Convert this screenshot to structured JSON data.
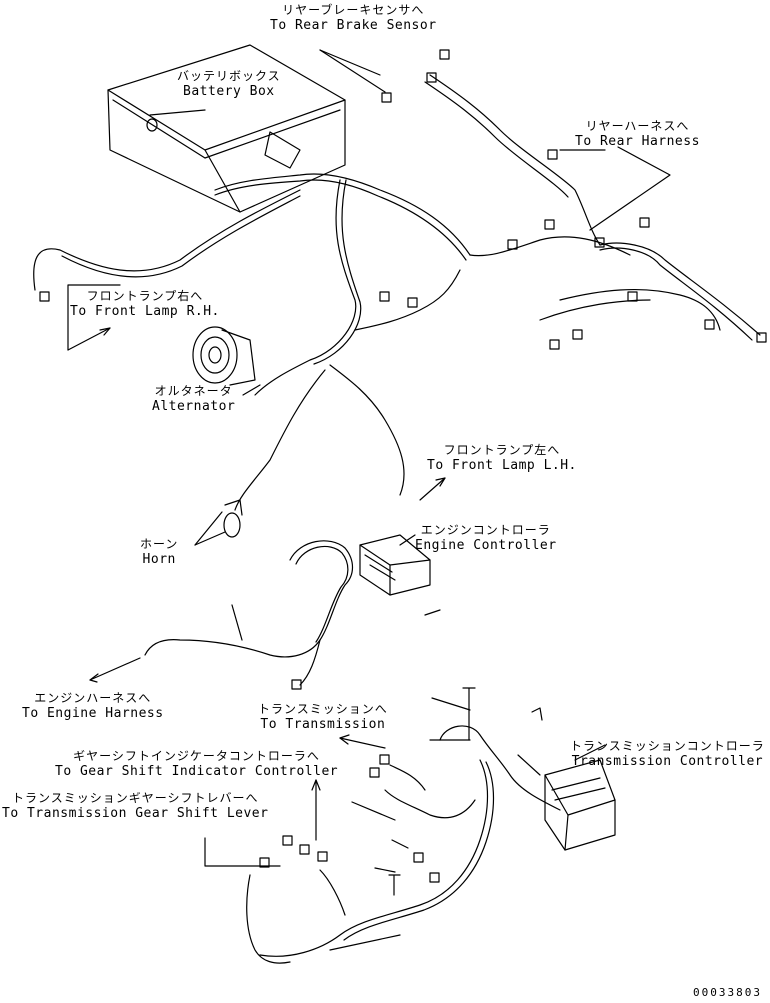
{
  "labels": {
    "rear_brake_sensor": {
      "jp": "リヤーブレーキセンサへ",
      "en": "To Rear Brake Sensor"
    },
    "battery_box": {
      "jp": "バッテリボックス",
      "en": "Battery Box"
    },
    "rear_harness": {
      "jp": "リヤーハーネスへ",
      "en": "To Rear Harness"
    },
    "front_lamp_rh": {
      "jp": "フロントランプ右へ",
      "en": "To Front Lamp R.H."
    },
    "alternator": {
      "jp": "オルタネータ",
      "en": "Alternator"
    },
    "front_lamp_lh": {
      "jp": "フロントランプ左へ",
      "en": "To Front Lamp L.H."
    },
    "horn": {
      "jp": "ホーン",
      "en": "Horn"
    },
    "engine_controller": {
      "jp": "エンジンコントローラ",
      "en": "Engine Controller"
    },
    "engine_harness": {
      "jp": "エンジンハーネスへ",
      "en": "To Engine Harness"
    },
    "transmission": {
      "jp": "トランスミッションへ",
      "en": "To Transmission"
    },
    "gear_shift_indicator": {
      "jp": "ギヤーシフトインジケータコントローラへ",
      "en": "To Gear Shift Indicator Controller"
    },
    "transmission_controller": {
      "jp": "トランスミッションコントローラ",
      "en": "Transmission Controller"
    },
    "gear_shift_lever": {
      "jp": "トランスミッションギヤーシフトレバーへ",
      "en": "To Transmission Gear Shift Lever"
    }
  },
  "drawing_code": "00033803"
}
